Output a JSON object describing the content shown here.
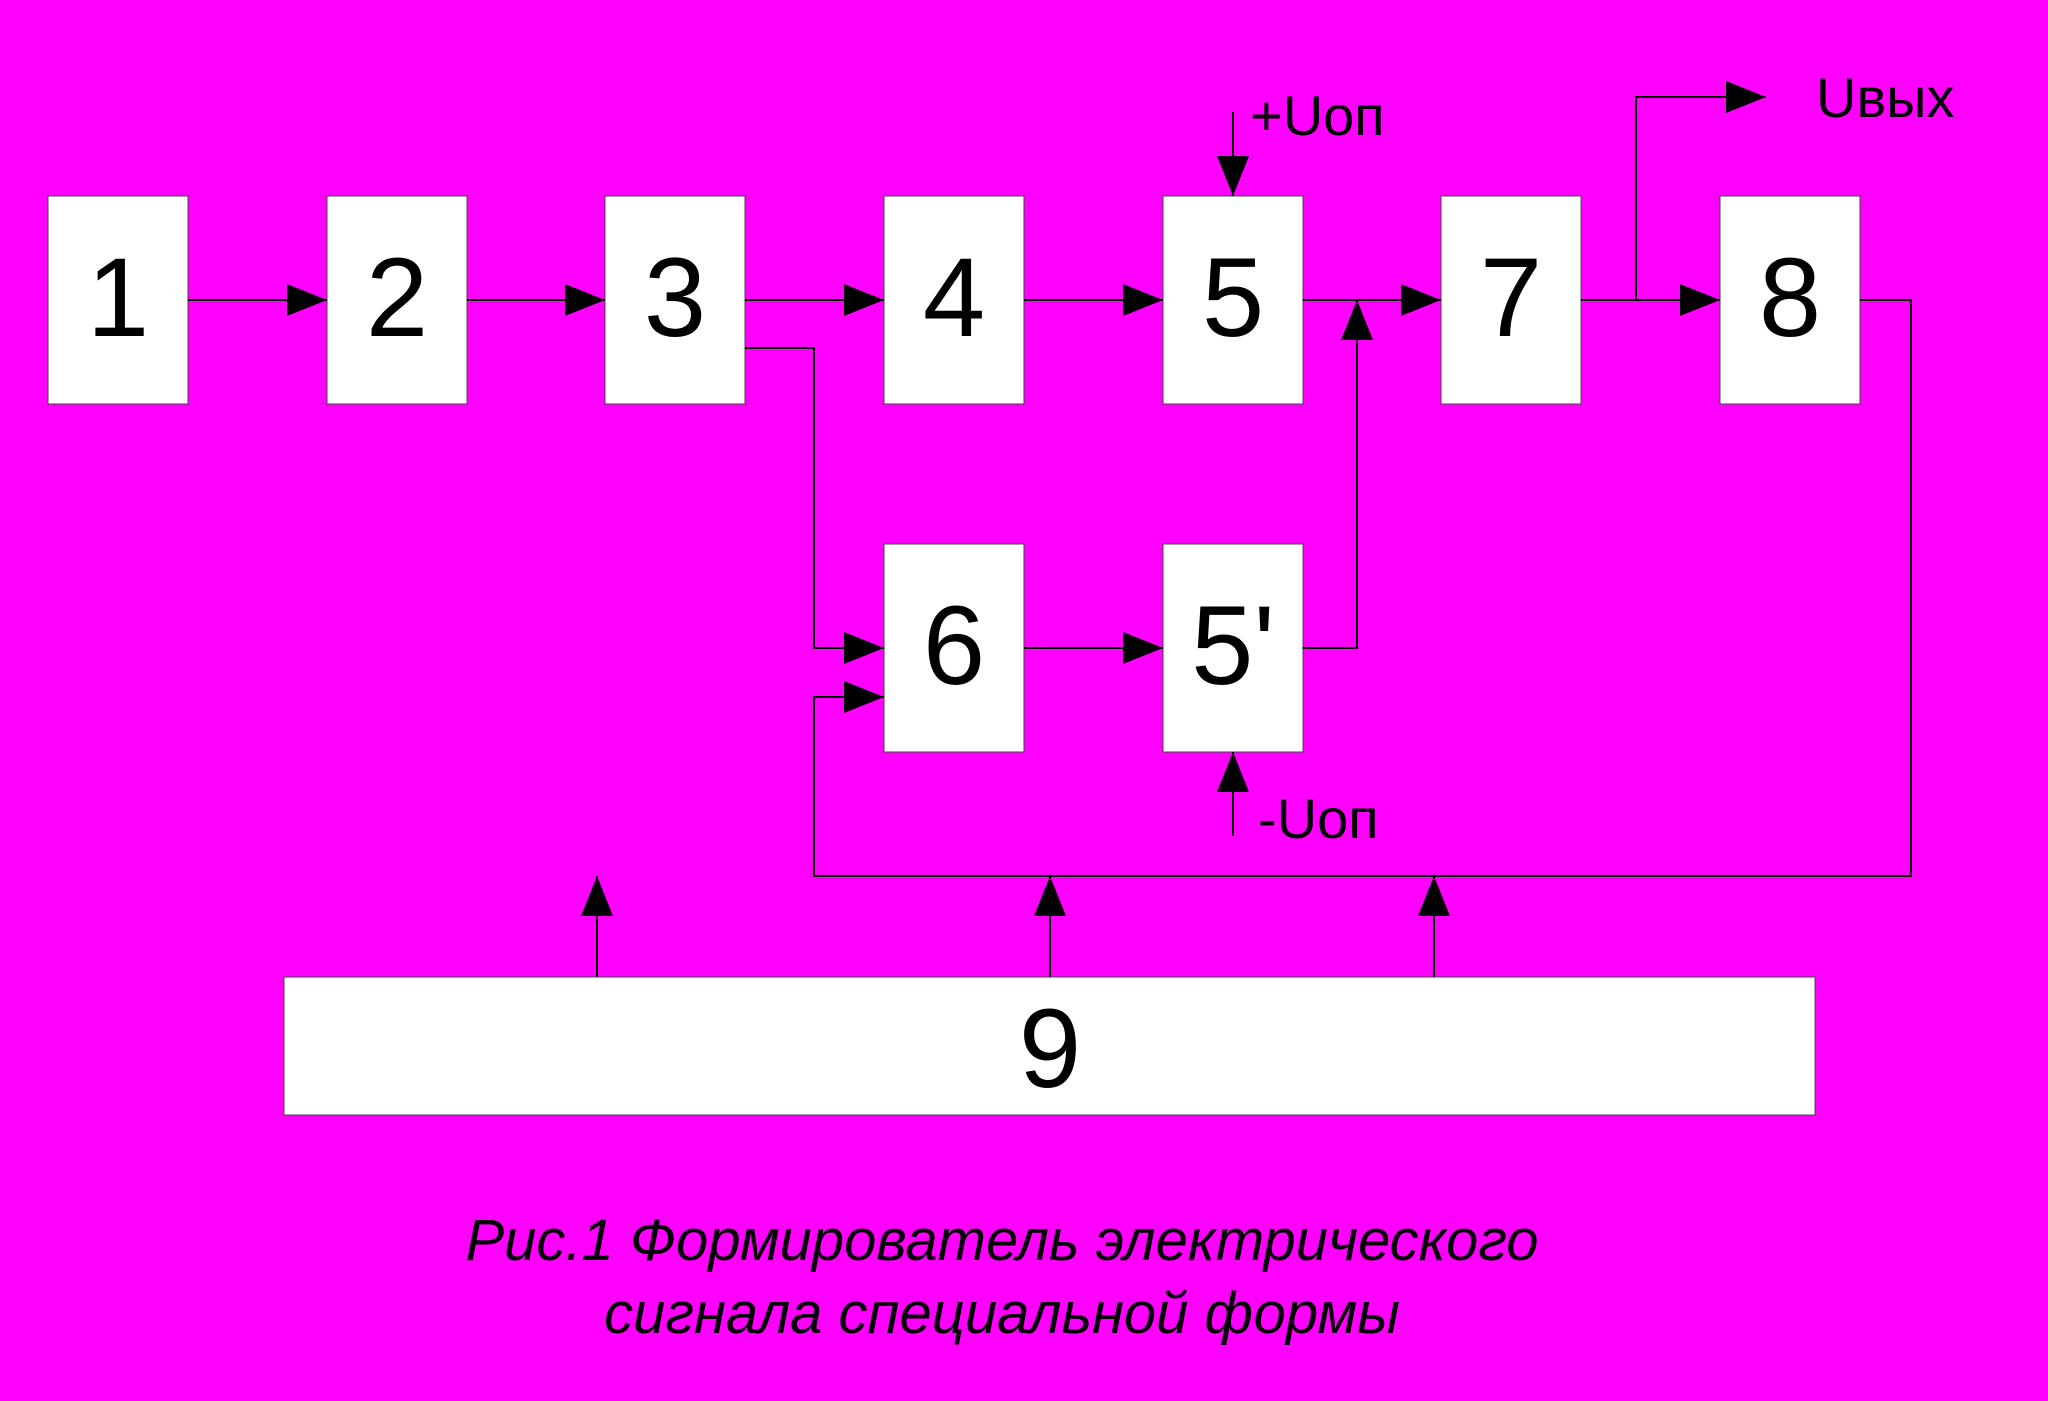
{
  "blocks": {
    "b1": "1",
    "b2": "2",
    "b3": "3",
    "b4": "4",
    "b5": "5",
    "b7": "7",
    "b8": "8",
    "b6": "6",
    "b5p": "5'",
    "b9": "9"
  },
  "signals": {
    "uop_plus": "+Uоп",
    "uop_minus": "-Uоп",
    "u_out": "Uвых"
  },
  "caption": {
    "line1": "Рис.1 Формирователь электрического",
    "line2": "сигнала специальной формы"
  },
  "colors": {
    "background": "#ff00ff",
    "block_fill": "#ffffff",
    "line": "#000000"
  }
}
